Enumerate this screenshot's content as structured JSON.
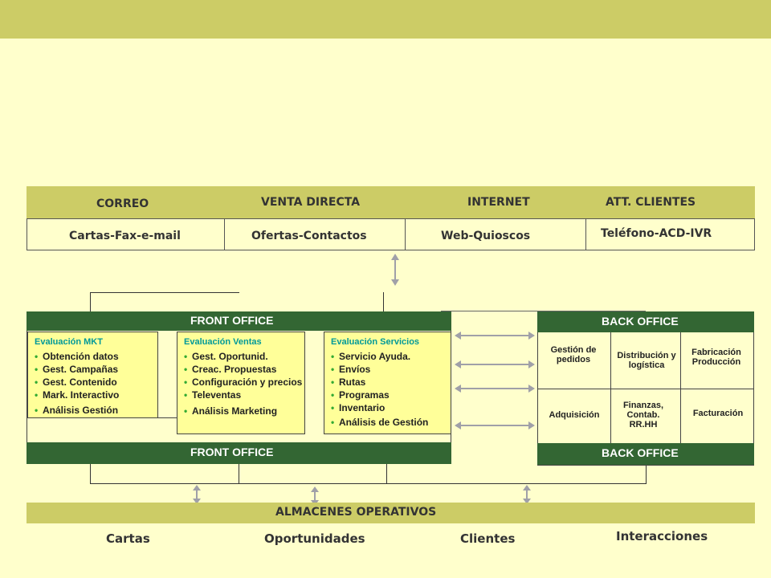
{
  "channels": {
    "correo": "CORREO",
    "venta_directa": "VENTA DIRECTA",
    "internet": "INTERNET",
    "att_clientes": "ATT. CLIENTES"
  },
  "subchannels": {
    "cartas": "Cartas-Fax-e-mail",
    "ofertas": "Ofertas-Contactos",
    "web": "Web-Quioscos",
    "telefono": "Teléfono-ACD-IVR"
  },
  "front_office": {
    "title_top": "FRONT OFFICE",
    "title_bottom": "FRONT OFFICE",
    "panels": [
      {
        "title": "Evaluación MKT",
        "items": [
          "Obtención datos",
          "Gest. Campañas",
          "Gest. Contenido",
          "Mark. Interactivo",
          "Análisis Gestión"
        ]
      },
      {
        "title": "Evaluación Ventas",
        "items": [
          "Gest. Oportunid.",
          "Creac. Propuestas",
          "Configuración y precios",
          "Televentas",
          "Análisis Marketing"
        ]
      },
      {
        "title": "Evaluación Servicios",
        "items": [
          "Servicio Ayuda.",
          "Envíos",
          "Rutas",
          "Programas",
          "Inventario",
          "Análisis de Gestión"
        ]
      }
    ]
  },
  "back_office": {
    "title_top": "BACK OFFICE",
    "title_bottom": "BACK OFFICE",
    "cells": {
      "gestion": "Gestión de pedidos",
      "distribucion": "Distribución y logística",
      "fabricacion": "Fabricación Producción",
      "adquisicion": "Adquisición",
      "finanzas": "Finanzas, Contab. RR.HH",
      "facturacion": "Facturación"
    }
  },
  "almacenes": {
    "title": "ALMACENES OPERATIVOS",
    "items": {
      "cartas": "Cartas",
      "oportunidades": "Oportunidades",
      "clientes": "Clientes",
      "interacciones": "Interacciones"
    }
  },
  "colors": {
    "background": "#ffffcc",
    "band": "#cccc66",
    "dark_green": "#336633",
    "panel": "#ffff99",
    "panel_title": "#009999",
    "arrow": "#a0a0a8"
  }
}
